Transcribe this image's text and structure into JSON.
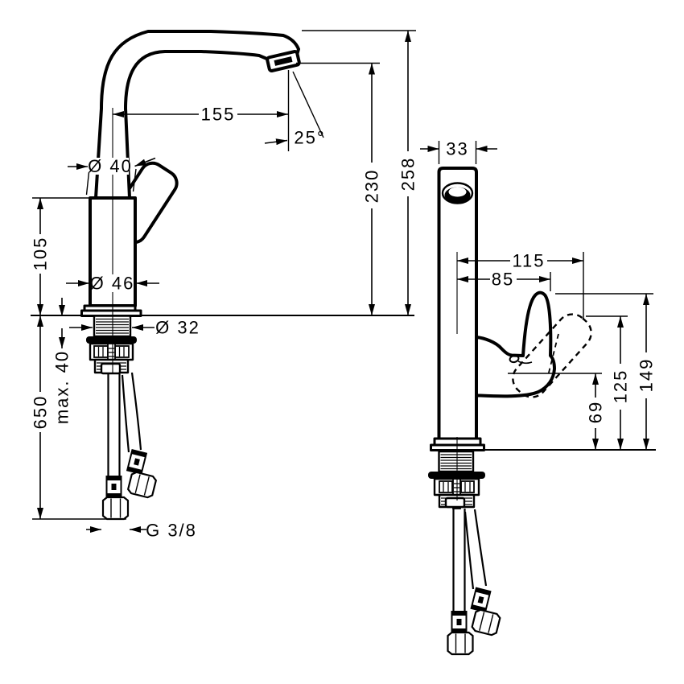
{
  "drawing": {
    "type": "technical-dimension-drawing",
    "background_color": "#ffffff",
    "line_color": "#000000",
    "side_view": {
      "labels": {
        "spout_reach": "155",
        "spout_angle": "25°",
        "spout_diameter": "Ø 40",
        "body_height": "105",
        "body_diameter": "Ø 46",
        "shank_diameter": "Ø 32",
        "max_deck_thickness": "max. 40",
        "hose_length": "650",
        "thread_size": "G 3/8",
        "outlet_height": "230",
        "total_height": "258"
      }
    },
    "front_view": {
      "labels": {
        "spout_width": "33",
        "handle_reach_open": "115",
        "handle_reach": "85",
        "handle_tip_height": "149",
        "handle_open_height": "125",
        "handle_base_height": "69"
      }
    }
  }
}
